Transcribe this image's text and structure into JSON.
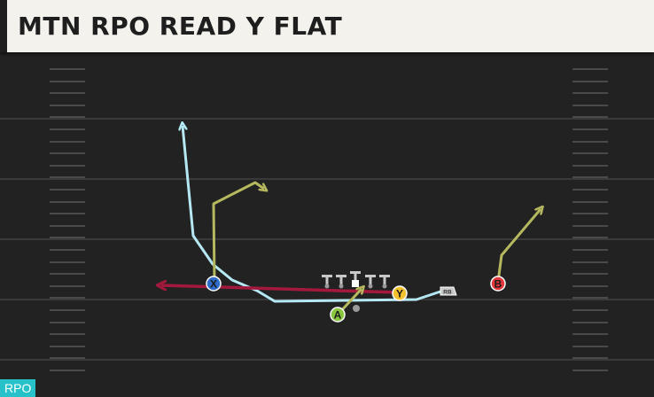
{
  "play": {
    "title": "MTN RPO READ Y FLAT",
    "tag": "RPO"
  },
  "colors": {
    "field": "#222222",
    "yard_line": "#3a3a3a",
    "hash": "#4a4a4a",
    "header_bg": "#f4f2ec",
    "route_light_blue": "#b6e8f4",
    "route_olive": "#b5b85e",
    "route_red": "#a3193d",
    "x_player": "#2e6cc7",
    "y_player": "#f2c12e",
    "a_player": "#8ac53f",
    "b_player": "#e2383c",
    "lineman": "#c8c8c8",
    "tag_bg": "#27c2c9"
  },
  "players": {
    "x": {
      "label": "X"
    },
    "y": {
      "label": "Y"
    },
    "a": {
      "label": "A"
    },
    "b": {
      "label": "B"
    },
    "rb": {
      "label": "RB"
    }
  }
}
